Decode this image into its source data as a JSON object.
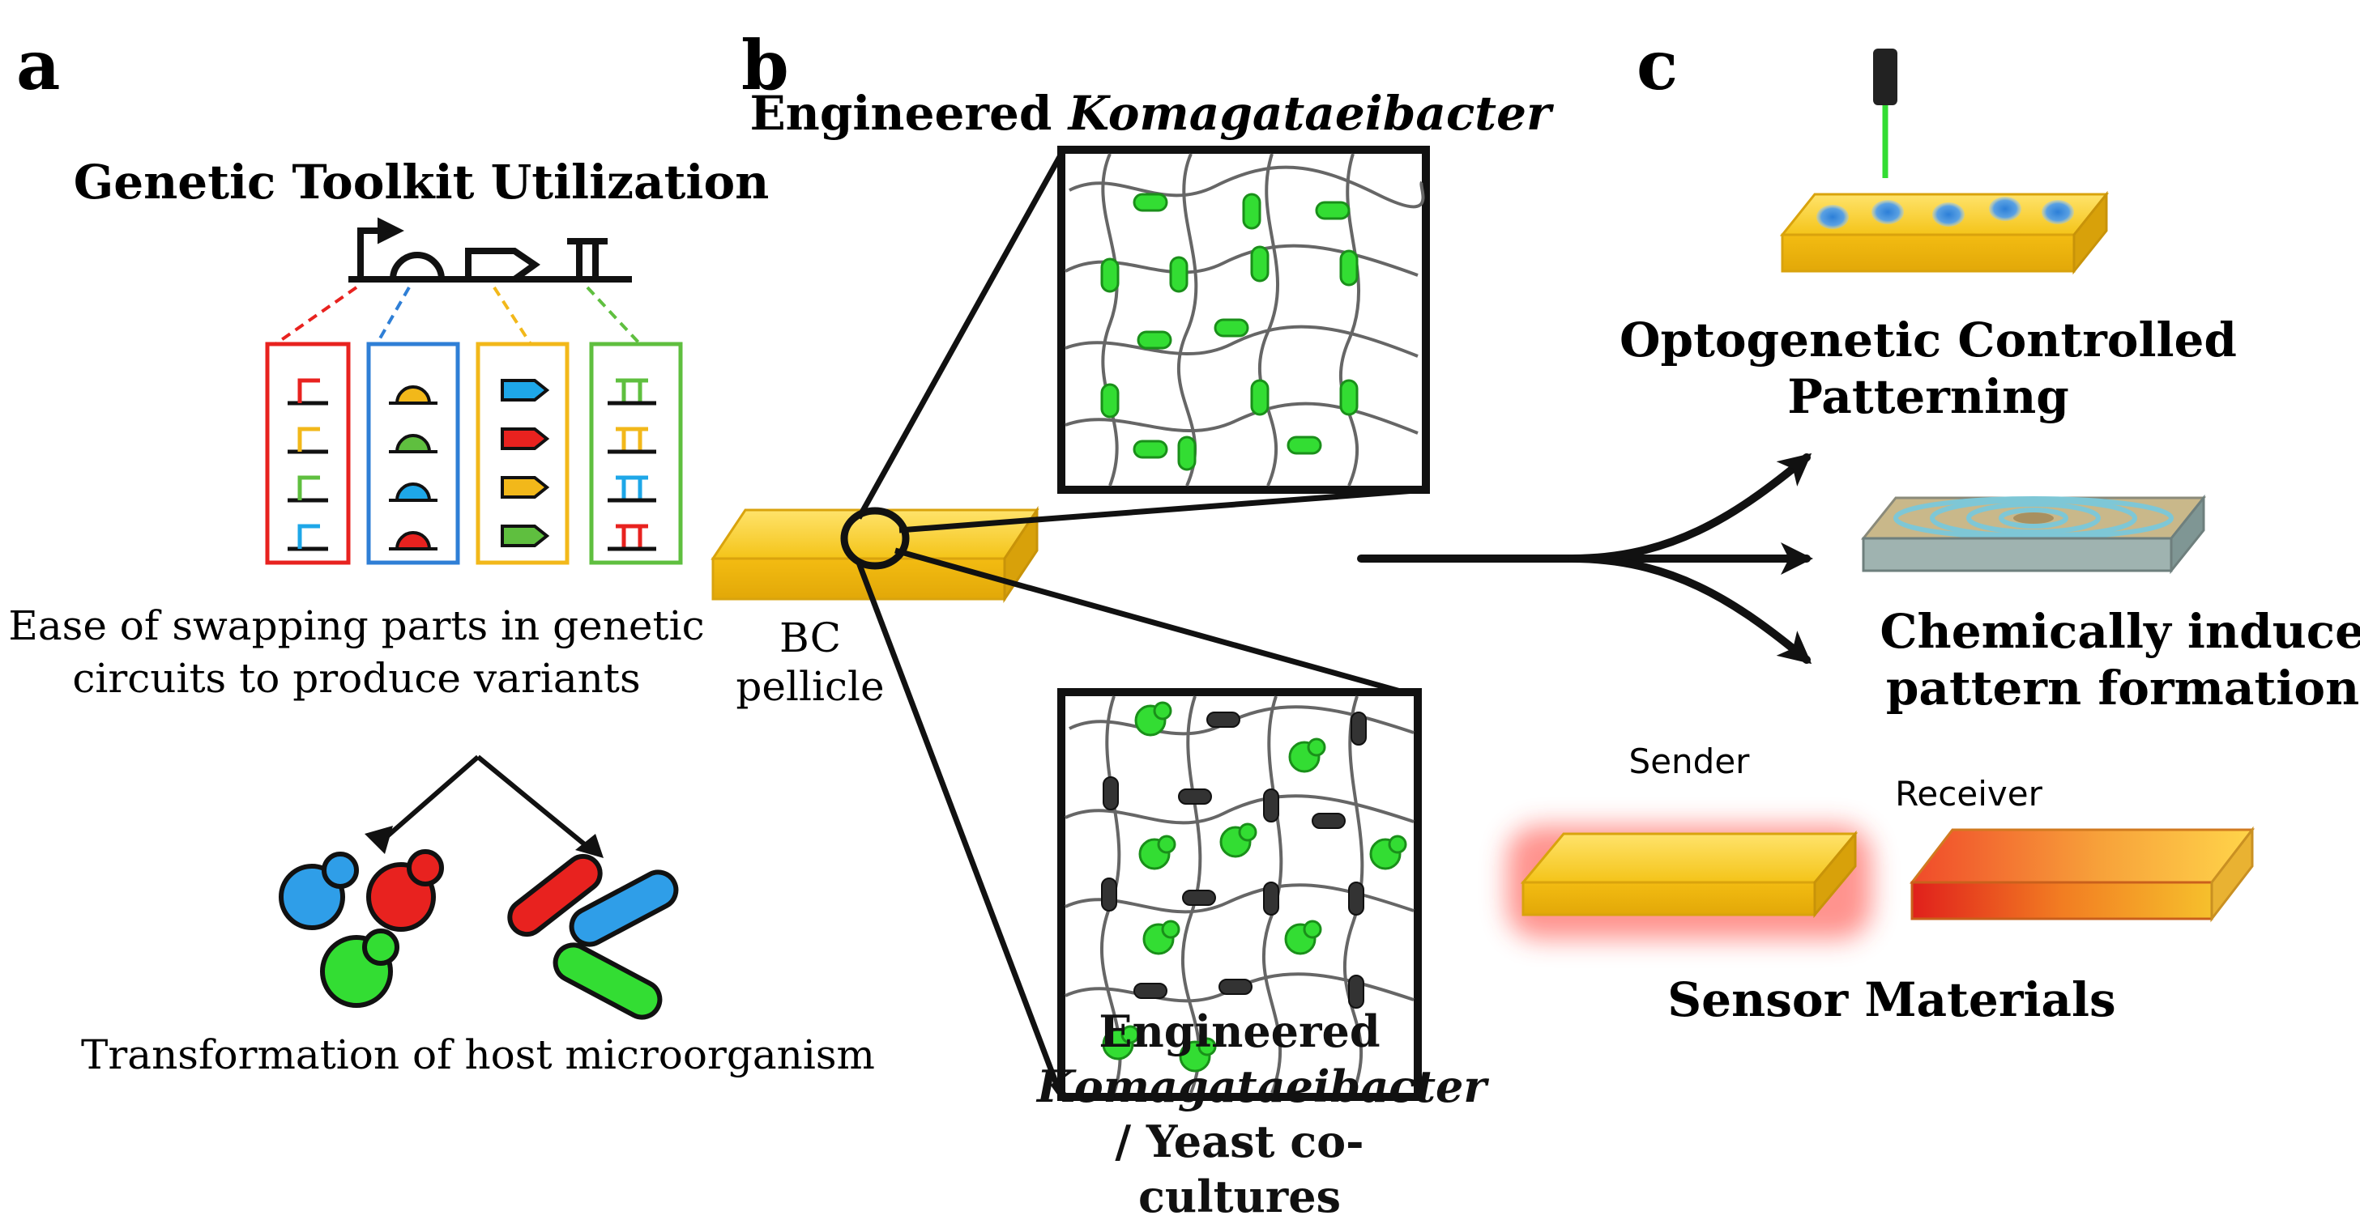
{
  "panels": {
    "a": {
      "letter": "a",
      "title": "Genetic Toolkit Utilization",
      "caption_line1": "Ease of swapping parts in genetic",
      "caption_line2": "circuits to produce variants",
      "caption_bottom": "Transformation of host microorganism"
    },
    "b": {
      "letter": "b",
      "title_plain": "Engineered ",
      "title_italic": "Komagataeibacter",
      "pellicle_line1": "BC",
      "pellicle_line2": "pellicle",
      "bottom_line1": "Engineered",
      "bottom_line2": "Komagataeibacter",
      "bottom_line3": "/ Yeast co-cultures"
    },
    "c": {
      "letter": "c",
      "opto_line1": "Optogenetic Controlled",
      "opto_line2": "Patterning",
      "chem_line1": "Chemically induced",
      "chem_line2": "pattern formation",
      "sender": "Sender",
      "receiver": "Receiver",
      "sensor": "Sensor Materials"
    }
  },
  "colors": {
    "red": "#e8221f",
    "blue": "#2f7fd6",
    "yellow": "#f2b81a",
    "green": "#5fbf3f",
    "bright_green": "#33dd33",
    "gold": "#f5c518",
    "sky": "#1ea7e8",
    "black": "#111111"
  }
}
